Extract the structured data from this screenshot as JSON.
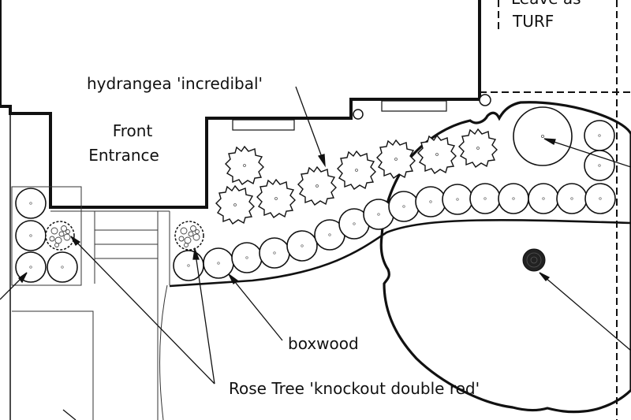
{
  "labels": {
    "front_entrance_line1": "Front",
    "front_entrance_line2": "Entrance",
    "turf_line1": "Leave as",
    "turf_line2": "TURF",
    "hydrangea": "hydrangea 'incredibal'",
    "boxwood": "boxwood",
    "rose_tree": "Rose Tree 'knockout double red'"
  },
  "colors": {
    "ink": "#111111",
    "background": "#ffffff"
  }
}
